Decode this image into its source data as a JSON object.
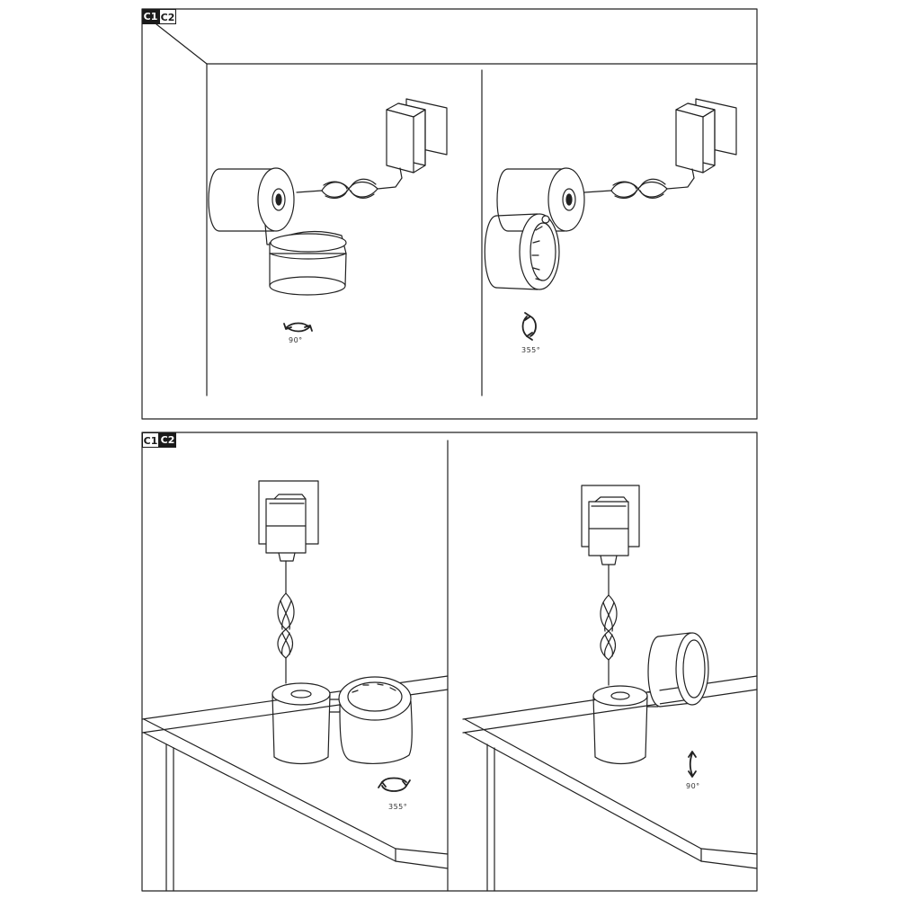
{
  "colors": {
    "line": "#222222",
    "dark_tab": "#1a1a1a",
    "background": "#ffffff"
  },
  "top_panel": {
    "tabs": {
      "c1": "C1",
      "c2": "C2",
      "active": "c1"
    },
    "left_scene": {
      "rotation_icon": "horizontal-rotate-arrow-icon",
      "angle_label": "90°"
    },
    "right_scene": {
      "rotation_icon": "axial-rotate-arrow-icon",
      "angle_label": "355°"
    }
  },
  "bottom_panel": {
    "tabs": {
      "c1": "C1",
      "c2": "C2",
      "active": "c2"
    },
    "left_scene": {
      "rotation_icon": "axial-rotate-arrow-icon",
      "angle_label": "355°"
    },
    "right_scene": {
      "rotation_icon": "vertical-tilt-arrow-icon",
      "angle_label": "90°"
    }
  }
}
